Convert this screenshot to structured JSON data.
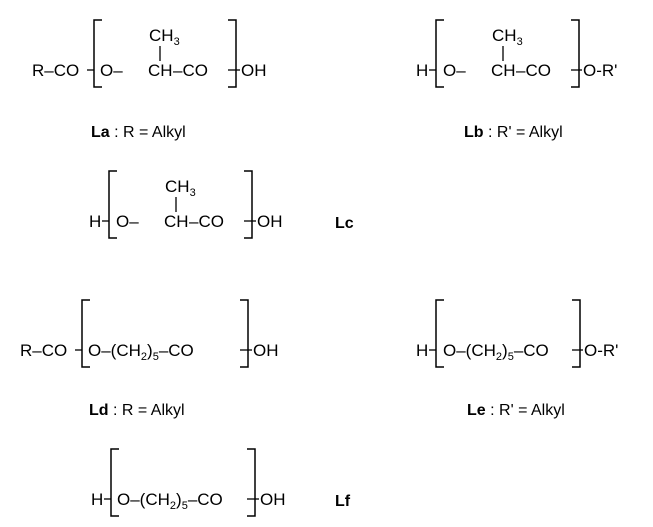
{
  "structures": {
    "La": {
      "prefix": "R–CO",
      "unit_start": "O–",
      "unit_middle": "CH",
      "unit_end": "–CO",
      "substituent": "CH",
      "substituent_sub": "3",
      "suffix": "OH",
      "label": "La",
      "caption": " : R = Alkyl"
    },
    "Lb": {
      "prefix": "H",
      "unit_start": "O–",
      "unit_middle": "CH",
      "unit_end": "–CO",
      "substituent": "CH",
      "substituent_sub": "3",
      "suffix": "O-R'",
      "label": "Lb",
      "caption": " : R' = Alkyl"
    },
    "Lc": {
      "prefix": "H",
      "unit_start": "O–",
      "unit_middle": "CH",
      "unit_end": "–CO",
      "substituent": "CH",
      "substituent_sub": "3",
      "suffix": "OH",
      "label": "Lc"
    },
    "Ld": {
      "prefix": "R–CO",
      "unit_start": "O–(CH",
      "unit_sub": "2",
      "unit_mid": ")",
      "unit_sub2": "5",
      "unit_end": "–CO",
      "suffix": "OH",
      "label": "Ld",
      "caption": " : R = Alkyl"
    },
    "Le": {
      "prefix": "H",
      "unit_start": "O–(CH",
      "unit_sub": "2",
      "unit_mid": ")",
      "unit_sub2": "5",
      "unit_end": "–CO",
      "suffix": "O-R'",
      "label": "Le",
      "caption": " : R' = Alkyl"
    },
    "Lf": {
      "prefix": "H",
      "unit_start": "O–(CH",
      "unit_sub": "2",
      "unit_mid": ")",
      "unit_sub2": "5",
      "unit_end": "–CO",
      "suffix": "OH",
      "label": "Lf"
    }
  }
}
